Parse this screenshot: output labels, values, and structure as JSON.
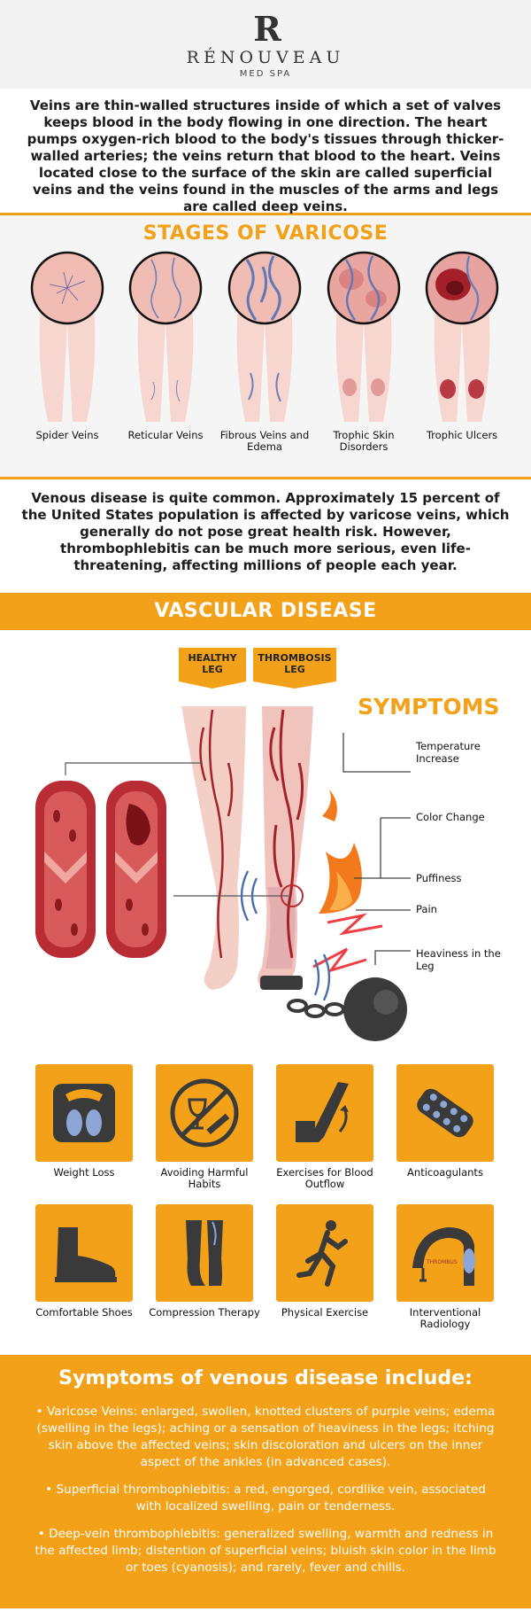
{
  "brand": {
    "mark": "R",
    "name": "RÉNOUVEAU",
    "subtitle": "MED SPA"
  },
  "intro": "Veins are thin-walled structures inside of which a set of valves keeps blood in the body flowing in one direction. The heart pumps oxygen-rich blood to the body's tissues through thicker-walled arteries; the veins return that blood to the heart. Veins located close to the surface of the skin are called superficial veins and the veins found in the muscles of the arms and legs are called deep veins.",
  "stages": {
    "title": "STAGES OF VARICOSE",
    "items": [
      {
        "label": "Spider Veins"
      },
      {
        "label": "Reticular Veins"
      },
      {
        "label": "Fibrous Veins and Edema"
      },
      {
        "label": "Trophic Skin Disorders"
      },
      {
        "label": "Trophic Ulcers"
      }
    ]
  },
  "venous_text": "Venous disease is quite common. Approximately 15 percent of the United States population is affected by varicose veins, which generally do not pose great health risk. However, thrombophlebitis can be much more serious, even life-threatening, affecting millions of people each year.",
  "vascular": {
    "title": "VASCULAR DISEASE",
    "healthy_leg": "HEALTHY LEG",
    "thrombosis_leg": "THROMBOSIS LEG",
    "symptoms_heading": "SYMPTOMS",
    "symptoms": [
      "Temperature Increase",
      "Color Change",
      "Puffiness",
      "Pain",
      "Heaviness in the Leg"
    ]
  },
  "treatments": [
    {
      "label": "Weight Loss",
      "icon": "scale-icon"
    },
    {
      "label": "Avoiding Harmful Habits",
      "icon": "no-alcohol-smoking-icon"
    },
    {
      "label": "Exercises for Blood Outflow",
      "icon": "leg-exercise-icon"
    },
    {
      "label": "Anticoagulants",
      "icon": "pills-icon"
    },
    {
      "label": "Comfortable Shoes",
      "icon": "shoe-icon"
    },
    {
      "label": "Compression Therapy",
      "icon": "stocking-icon"
    },
    {
      "label": "Physical Exercise",
      "icon": "runner-icon"
    },
    {
      "label": "Interventional Radiology",
      "icon": "catheter-icon",
      "icon_text": "THROMBUS"
    }
  ],
  "symptoms_section": {
    "title": "Symptoms of venous disease include:",
    "items": [
      "• Varicose Veins: enlarged, swollen, knotted clusters of purple veins; edema (swelling in the legs); aching or a sensation of heaviness in the legs; itching skin above the affected veins; skin discoloration and ulcers on the inner aspect of the ankles (in advanced cases).",
      "• Superficial thrombophlebitis: a red, engorged, cordlike vein, associated with localized swelling, pain or tenderness.",
      "• Deep-vein thrombophlebitis: generalized swelling, warmth and redness in the affected limb; distention of superficial veins; bluish skin color in the limb or toes (cyanosis); and rarely, fever and chills."
    ]
  },
  "colors": {
    "accent": "#f2a119",
    "dark": "#3a3a3a",
    "skin": "#f4cfc6",
    "blood": "#b5282c"
  }
}
